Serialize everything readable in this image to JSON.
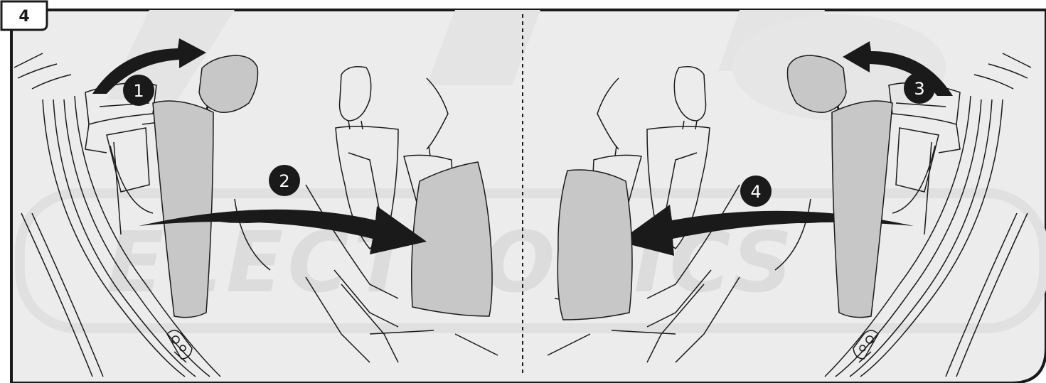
{
  "step": {
    "number": "4"
  },
  "watermark": {
    "text": "ELECTRONICS"
  },
  "markers": [
    {
      "id": "marker-1",
      "label": "1"
    },
    {
      "id": "marker-2",
      "label": "2"
    },
    {
      "id": "marker-3",
      "label": "3"
    },
    {
      "id": "marker-4",
      "label": "4"
    }
  ],
  "colors": {
    "panel_bg": "#ececec",
    "frame": "#1a1a1a",
    "cover_fill": "#c7c7c7",
    "badge_fill": "#1a1a1a",
    "watermark": "#dcdcdc"
  },
  "icons": [
    "headrest-icon",
    "seat-cover-icon",
    "seatbelt-buckle-icon",
    "curved-arrow-icon"
  ]
}
